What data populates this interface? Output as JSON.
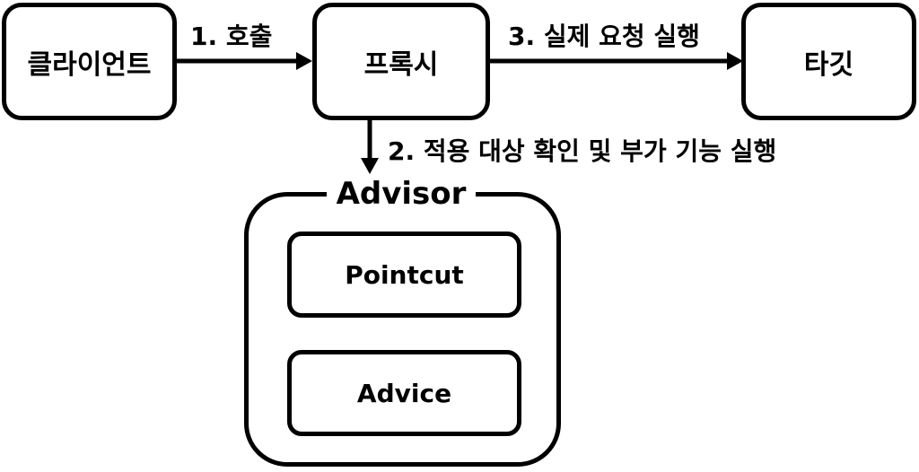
{
  "nodes": {
    "client": "클라이언트",
    "proxy": "프록시",
    "target": "타깃"
  },
  "edges": {
    "call": "1. 호출",
    "execute": "3. 실제 요청 실행",
    "check": "2. 적용 대상 확인 및 부가 기능 실행"
  },
  "advisor": {
    "title": "Advisor",
    "pointcut": "Pointcut",
    "advice": "Advice"
  }
}
